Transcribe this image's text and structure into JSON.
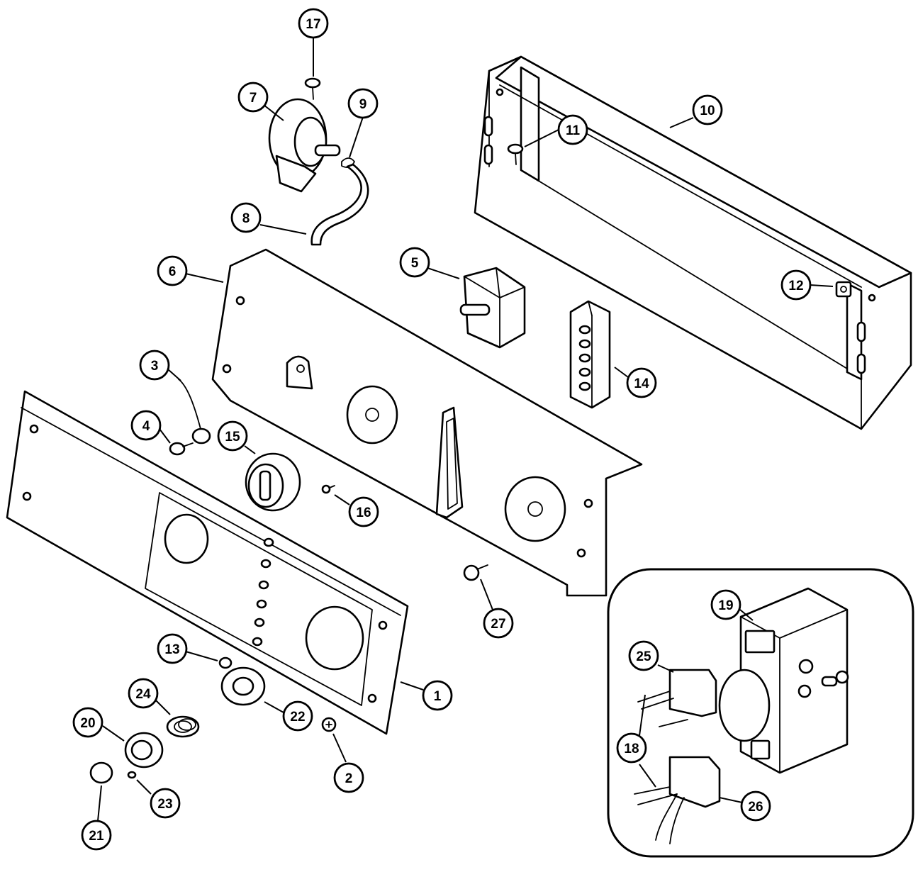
{
  "callouts": [
    {
      "id": "17",
      "label": "17"
    },
    {
      "id": "7",
      "label": "7"
    },
    {
      "id": "9",
      "label": "9"
    },
    {
      "id": "10",
      "label": "10"
    },
    {
      "id": "11",
      "label": "11"
    },
    {
      "id": "8",
      "label": "8"
    },
    {
      "id": "5",
      "label": "5"
    },
    {
      "id": "6",
      "label": "6"
    },
    {
      "id": "12",
      "label": "12"
    },
    {
      "id": "3",
      "label": "3"
    },
    {
      "id": "14",
      "label": "14"
    },
    {
      "id": "4",
      "label": "4"
    },
    {
      "id": "15",
      "label": "15"
    },
    {
      "id": "16",
      "label": "16"
    },
    {
      "id": "27",
      "label": "27"
    },
    {
      "id": "19",
      "label": "19"
    },
    {
      "id": "13",
      "label": "13"
    },
    {
      "id": "1",
      "label": "1"
    },
    {
      "id": "25",
      "label": "25"
    },
    {
      "id": "24",
      "label": "24"
    },
    {
      "id": "22",
      "label": "22"
    },
    {
      "id": "20",
      "label": "20"
    },
    {
      "id": "18",
      "label": "18"
    },
    {
      "id": "2",
      "label": "2"
    },
    {
      "id": "23",
      "label": "23"
    },
    {
      "id": "26",
      "label": "26"
    },
    {
      "id": "21",
      "label": "21"
    }
  ]
}
